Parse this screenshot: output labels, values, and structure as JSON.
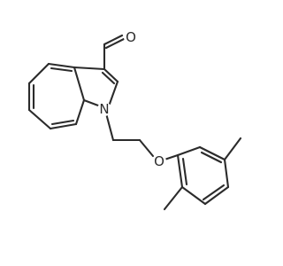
{
  "structure": {
    "atoms": {
      "ring_nitrogen": "N",
      "aldehyde_oxygen": "O",
      "ether_oxygen": "O"
    }
  },
  "colors": {
    "bond": "#2b2b2b",
    "label": "#2b2b2b",
    "background": "#ffffff"
  }
}
